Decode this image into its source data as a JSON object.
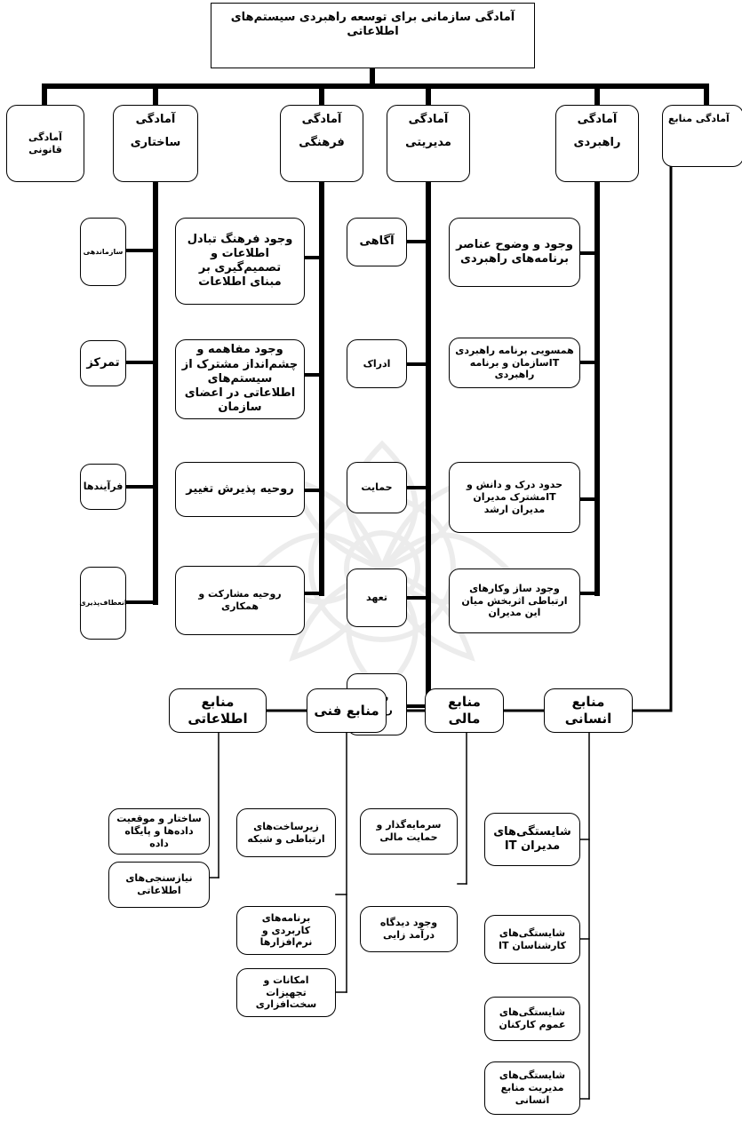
{
  "root": "آمادگی سازمانی برای توسعه راهبردی سیستم‌های اطلاعاتی",
  "categories": {
    "legal": "آمادگی قانونی",
    "structural_1": "آمادگی",
    "structural_2": "ساختاری",
    "cultural_1": "آمادگی",
    "cultural_2": "فرهنگی",
    "managerial_1": "آمادگی",
    "managerial_2": "مدیریتی",
    "strategic_1": "آمادگی",
    "strategic_2": "راهبردی",
    "resources": "آمادگی منابع"
  },
  "structural_items": [
    "سازماندهی",
    "تمرکز",
    "فرآیندها",
    "انعطاف‌پذیری"
  ],
  "cultural_items": [
    "وجود فرهنگ تبادل اطلاعات و تصمیم‌گیری بر مبنای اطلاعات",
    "وجود مفاهمه و چشم‌انداز مشترک از سیستم‌های اطلاعاتی در اعضای سازمان",
    "روحیه پذیرش تغییر",
    "روحیه مشارکت و همکاری"
  ],
  "managerial_items": [
    "آگاهی",
    "ادراک",
    "حمایت",
    "تعهد",
    "سبک رهبری"
  ],
  "strategic_items": [
    "وجود و وضوح عناصر برنامه‌های راهبردی",
    "همسویی برنامه راهبردی ITسازمان و برنامه راهبردی",
    "حدود درک و دانش و ITمشترک مدیران مدیران ارشد",
    "وجود ساز وکارهای ارتباطی اثربخش میان این مدیران"
  ],
  "resource_groups": {
    "human": "منابع انسانی",
    "financial": "منابع مالی",
    "technical": "منابع فنی",
    "information": "منابع اطلاعاتی"
  },
  "human_items": [
    "شایستگی‌های مدیران IT",
    "شایستگی‌های کارشناسان IT",
    "شایستگی‌های عموم کارکنان",
    "شایستگی‌های مدیریت منابع انسانی"
  ],
  "financial_items": [
    "سرمایه‌گذار و حمایت مالی",
    "وجود دیدگاه درآمد زایی"
  ],
  "technical_items": [
    "زیرساخت‌های ارتباطی و شبکه",
    "برنامه‌های کاربردی و نرم‌افزارها",
    "امکانات و تجهیزات سخت‌افزاری"
  ],
  "information_items": [
    "ساختار و موقعیت داده‌ها و پایگاه داده",
    "نیازسنجی‌های اطلاعاتی"
  ],
  "icons": {
    "watermark": "institution-seal-watermark"
  },
  "colors": {
    "line": "#000000",
    "box_border": "#000000",
    "watermark": "#9a9a9a"
  }
}
